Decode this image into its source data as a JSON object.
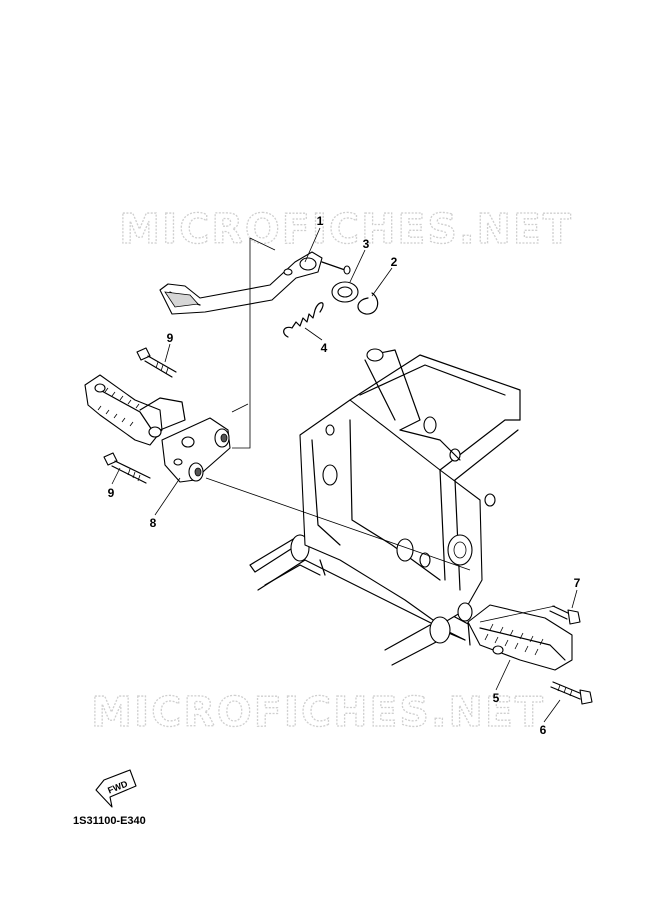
{
  "watermark": {
    "text": "MICROFICHES.NET"
  },
  "callouts": {
    "c1": "1",
    "c2": "2",
    "c3": "3",
    "c4": "4",
    "c5": "5",
    "c6": "6",
    "c7": "7",
    "c8": "8",
    "c9a": "9",
    "c9b": "9"
  },
  "direction_marker": {
    "label": "FWD"
  },
  "diagram_code": "1S31100-E340"
}
